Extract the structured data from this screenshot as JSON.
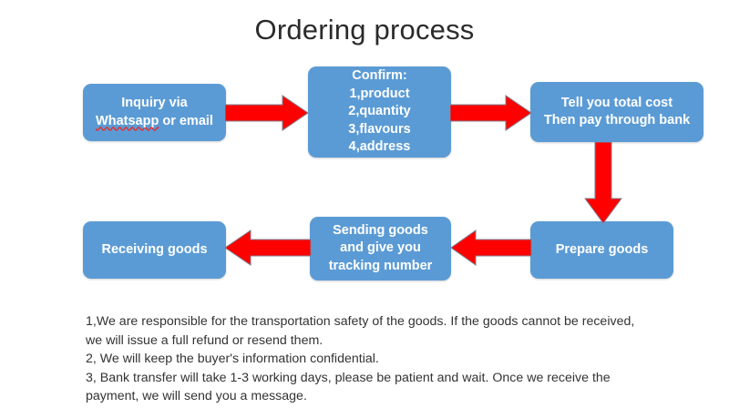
{
  "title": "Ordering process",
  "theme": {
    "node_fill": "#5B9BD5",
    "node_text": "#ffffff",
    "arrow_fill": "#FF0000",
    "arrow_stroke": "#7F7F8F",
    "background": "#ffffff",
    "title_color": "#2b2b2b",
    "notes_color": "#333333",
    "spellcheck_underline": "#e03030"
  },
  "flow": {
    "row1": [
      {
        "id": "inquiry",
        "label": "Inquiry via\nWhatsapp or email",
        "line1": "Inquiry via",
        "line2_misspelled": "Whatsapp",
        "line2_rest": " or email"
      },
      {
        "id": "confirm",
        "label": "Confirm:\n1,product\n2,quantity\n3,flavours\n4,address"
      },
      {
        "id": "total-cost",
        "label": "Tell you total cost\nThen pay through bank"
      }
    ],
    "row2": [
      {
        "id": "receiving",
        "label": "Receiving goods"
      },
      {
        "id": "sending",
        "label": "Sending goods\nand give you\ntracking number"
      },
      {
        "id": "prepare",
        "label": "Prepare goods"
      }
    ],
    "connectors": [
      {
        "id": "arrow-1",
        "from": "inquiry",
        "to": "confirm",
        "direction": "right"
      },
      {
        "id": "arrow-2",
        "from": "confirm",
        "to": "total-cost",
        "direction": "right"
      },
      {
        "id": "arrow-3",
        "from": "total-cost",
        "to": "prepare",
        "direction": "down"
      },
      {
        "id": "arrow-4",
        "from": "prepare",
        "to": "sending",
        "direction": "left"
      },
      {
        "id": "arrow-5",
        "from": "sending",
        "to": "receiving",
        "direction": "left"
      }
    ]
  },
  "notes": [
    "1,We are responsible for the transportation safety of the goods. If the goods cannot be received,",
    "we will issue a full refund or resend them.",
    "2, We will keep the buyer's information confidential.",
    "3, Bank transfer will take 1-3 working days, please be patient and wait. Once we receive the",
    "payment, we will send you a message."
  ]
}
